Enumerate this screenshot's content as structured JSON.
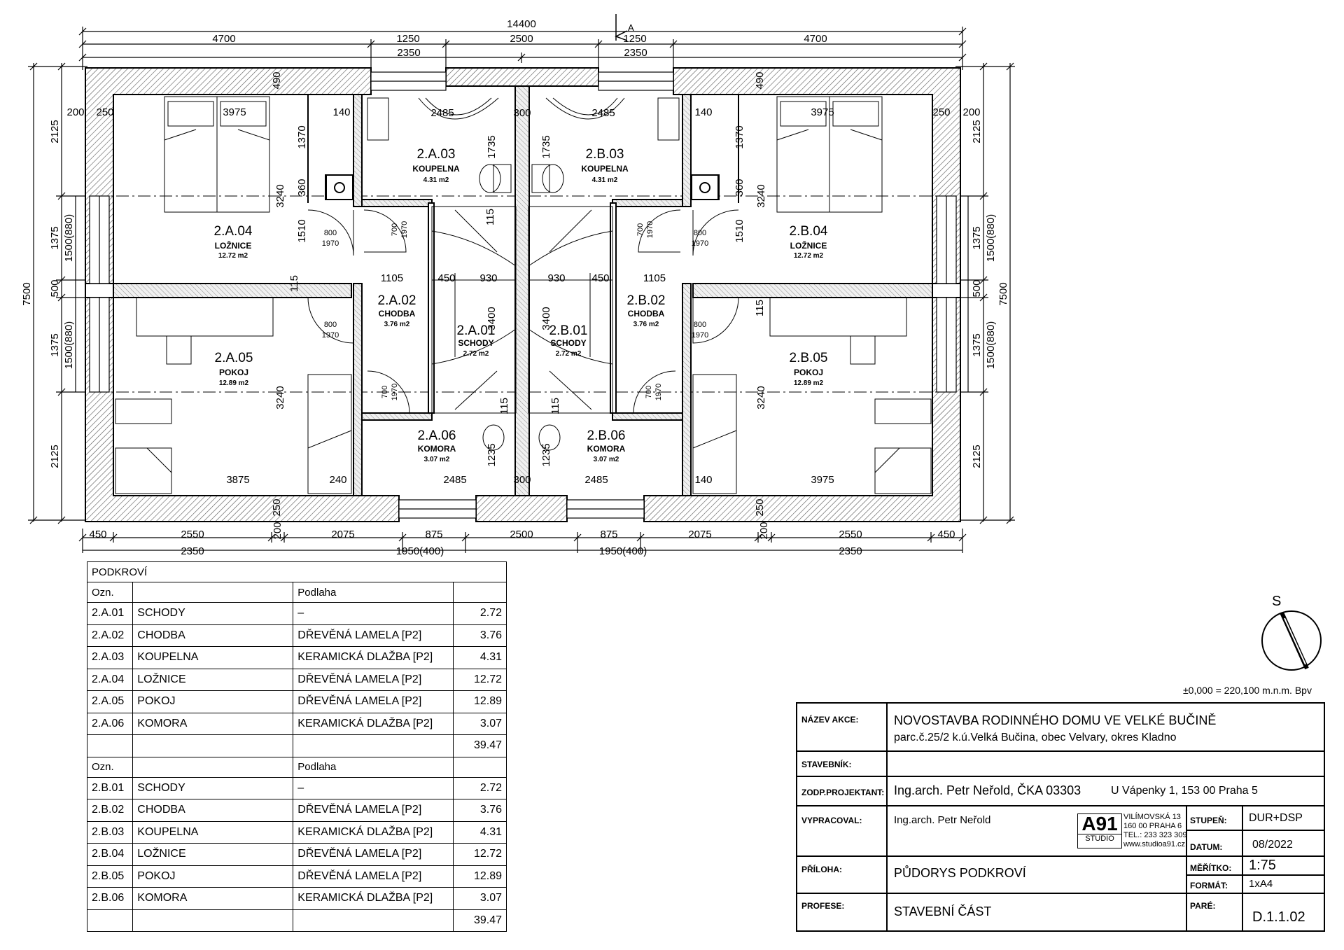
{
  "plan": {
    "overall_width": "14400",
    "top_dims": [
      "4700",
      "1250",
      "2500",
      "1250",
      "4700"
    ],
    "top_dims_2": [
      "2350",
      "2350"
    ],
    "bottom_dims": [
      "450",
      "2550",
      "200",
      "2075",
      "875",
      "2500",
      "875",
      "2075",
      "200",
      "2550",
      "450"
    ],
    "bottom_dims_2": [
      "2350",
      "1950(400)",
      "1950(400)",
      "2350"
    ],
    "left_dims": [
      "2125",
      "1375",
      "500",
      "1375",
      "2125"
    ],
    "left_dims_2": [
      "1500(880)",
      "1500(880)"
    ],
    "overall_height": "7500",
    "section_label": "A",
    "inner_dims": {
      "d3975": "3975",
      "d3875": "3875",
      "d2485": "2485",
      "d300": "300",
      "d140": "140",
      "d250": "250",
      "d200": "200",
      "d240": "240",
      "d1370": "1370",
      "d1510": "1510",
      "d3240": "3240",
      "d360": "360",
      "d115": "115",
      "d1105": "1105",
      "d450": "450",
      "d930": "930",
      "d3400": "3400",
      "d1735": "1735",
      "d1235": "1235",
      "d490": "490"
    },
    "doors": {
      "d800": "800",
      "d1970": "1970",
      "d700": "700"
    },
    "rooms": [
      {
        "id": "2.A.03",
        "type": "KOUPELNA",
        "area": "4.31 m2"
      },
      {
        "id": "2.B.03",
        "type": "KOUPELNA",
        "area": "4.31 m2"
      },
      {
        "id": "2.A.04",
        "type": "LOŽNICE",
        "area": "12.72 m2"
      },
      {
        "id": "2.B.04",
        "type": "LOŽNICE",
        "area": "12.72 m2"
      },
      {
        "id": "2.A.02",
        "type": "CHODBA",
        "area": "3.76 m2"
      },
      {
        "id": "2.B.02",
        "type": "CHODBA",
        "area": "3.76 m2"
      },
      {
        "id": "2.A.01",
        "type": "SCHODY",
        "area": "2.72 m2"
      },
      {
        "id": "2.B.01",
        "type": "SCHODY",
        "area": "2.72 m2"
      },
      {
        "id": "2.A.05",
        "type": "POKOJ",
        "area": "12.89 m2"
      },
      {
        "id": "2.B.05",
        "type": "POKOJ",
        "area": "12.89 m2"
      },
      {
        "id": "2.A.06",
        "type": "KOMORA",
        "area": "3.07 m2"
      },
      {
        "id": "2.B.06",
        "type": "KOMORA",
        "area": "3.07 m2"
      }
    ]
  },
  "room_table": {
    "title": "PODKROVÍ",
    "header_ozn": "Ozn.",
    "header_podlaha": "Podlaha",
    "group_a": [
      {
        "ozn": "2.A.01",
        "name": "SCHODY",
        "floor": "–",
        "area": "2.72"
      },
      {
        "ozn": "2.A.02",
        "name": "CHODBA",
        "floor": "DŘEVĚNÁ LAMELA [P2]",
        "area": "3.76"
      },
      {
        "ozn": "2.A.03",
        "name": "KOUPELNA",
        "floor": "KERAMICKÁ DLAŽBA [P2]",
        "area": "4.31"
      },
      {
        "ozn": "2.A.04",
        "name": "LOŽNICE",
        "floor": "DŘEVĚNÁ LAMELA [P2]",
        "area": "12.72"
      },
      {
        "ozn": "2.A.05",
        "name": "POKOJ",
        "floor": "DŘEVĚNÁ LAMELA [P2]",
        "area": "12.89"
      },
      {
        "ozn": "2.A.06",
        "name": "KOMORA",
        "floor": "KERAMICKÁ DLAŽBA [P2]",
        "area": "3.07"
      }
    ],
    "group_a_total": "39.47",
    "group_b": [
      {
        "ozn": "2.B.01",
        "name": "SCHODY",
        "floor": "–",
        "area": "2.72"
      },
      {
        "ozn": "2.B.02",
        "name": "CHODBA",
        "floor": "DŘEVĚNÁ LAMELA [P2]",
        "area": "3.76"
      },
      {
        "ozn": "2.B.03",
        "name": "KOUPELNA",
        "floor": "KERAMICKÁ DLAŽBA [P2]",
        "area": "4.31"
      },
      {
        "ozn": "2.B.04",
        "name": "LOŽNICE",
        "floor": "DŘEVĚNÁ LAMELA [P2]",
        "area": "12.72"
      },
      {
        "ozn": "2.B.05",
        "name": "POKOJ",
        "floor": "DŘEVĚNÁ LAMELA [P2]",
        "area": "12.89"
      },
      {
        "ozn": "2.B.06",
        "name": "KOMORA",
        "floor": "KERAMICKÁ DLAŽBA [P2]",
        "area": "3.07"
      }
    ],
    "group_b_total": "39.47"
  },
  "north": {
    "label": "S"
  },
  "elevation": "±0,000 = 220,100 m.n.m. Bpv",
  "title_block": {
    "nazev_lbl": "NÁZEV AKCE:",
    "nazev_1": "NOVOSTAVBA RODINNÉHO DOMU VE VELKÉ BUČINĚ",
    "nazev_2": "parc.č.25/2   k.ú.Velká Bučina, obec Velvary, okres Kladno",
    "stavebnik_lbl": "STAVEBNÍK:",
    "zodp_lbl": "ZODP.PROJEKTANT:",
    "zodp_val": "Ing.arch. Petr Neřold,  ČKA 03303",
    "zodp_addr": "U Vápenky 1, 153 00 Praha 5",
    "vypracoval_lbl": "VYPRACOVAL:",
    "vypracoval_val": "Ing.arch.  Petr  Neřold",
    "logo_big": "A91",
    "logo_small": "STUDIO",
    "studio_addr_1": "VILÍMOVSKÁ 13",
    "studio_addr_2": "160 00  PRAHA 6",
    "studio_addr_3": "TEL.: 233 323 309",
    "studio_addr_4": "www.studioa91.cz",
    "stupen_lbl": "STUPEŇ:",
    "stupen_val": "DUR+DSP",
    "datum_lbl": "DATUM:",
    "datum_val": "08/2022",
    "priloha_lbl": "PŘÍLOHA:",
    "priloha_val": "PŮDORYS  PODKROVÍ",
    "meritko_lbl": "MĚŘÍTKO:",
    "meritko_val": "1:75",
    "format_lbl": "FORMÁT:",
    "format_val": "1xA4",
    "profese_lbl": "PROFESE:",
    "profese_val": "STAVEBNÍ  ČÁST",
    "pare_lbl": "PARÉ:",
    "pare_val": "D.1.1.02"
  }
}
